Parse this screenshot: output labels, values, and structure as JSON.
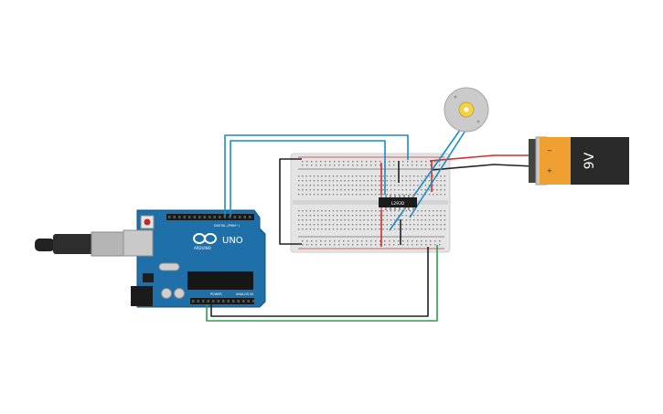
{
  "arduino": {
    "model_label": "UNO",
    "brand_label": "ARDUINO",
    "digital_header_label": "DIGITAL (PWM~)",
    "power_header_label": "POWER",
    "analog_header_label": "ANALOG IN"
  },
  "motor_driver": {
    "chip_label": "L293D"
  },
  "battery": {
    "voltage_label": "9V",
    "minus_label": "−",
    "plus_label": "+"
  },
  "colors": {
    "board_blue": "#1f6fa8",
    "breadboard": "#e6e6e6",
    "wire_blue": "#1a8cc8",
    "wire_black": "#222222",
    "wire_green": "#2aa14a",
    "wire_red": "#d42a2a",
    "battery_orange": "#f0a030",
    "battery_black": "#2a2a2a"
  }
}
